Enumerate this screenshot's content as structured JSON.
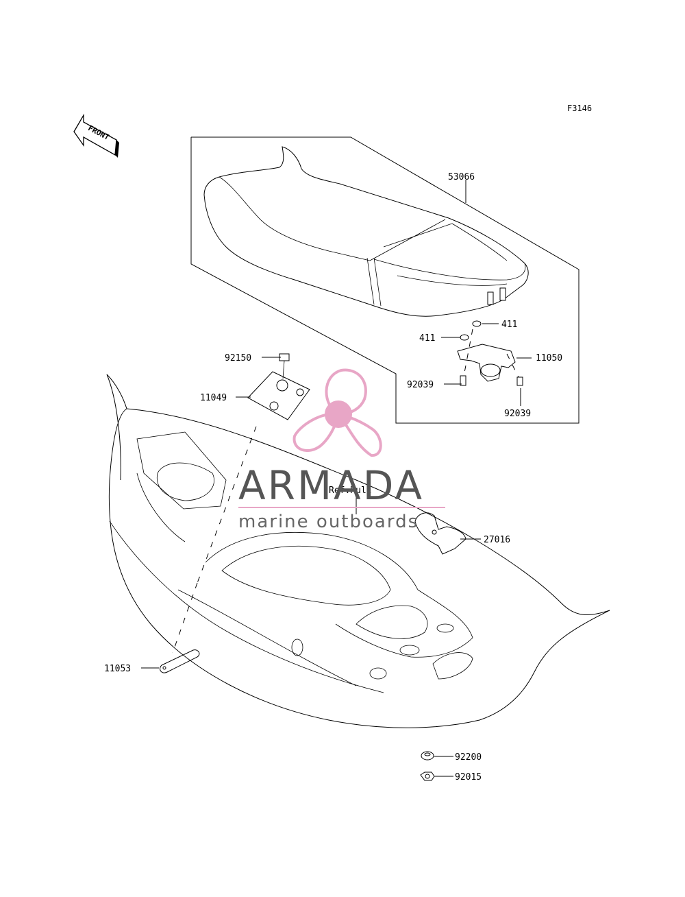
{
  "diagram_code": "F3146",
  "front_arrow": {
    "label": "FRONT",
    "icon": "front-direction-arrow-icon"
  },
  "parts": [
    {
      "id": "seat",
      "number": "53066"
    },
    {
      "id": "washer-a",
      "number": "411"
    },
    {
      "id": "washer-b",
      "number": "411"
    },
    {
      "id": "bracket-right",
      "number": "11050"
    },
    {
      "id": "bolt-a",
      "number": "92039"
    },
    {
      "id": "bolt-b",
      "number": "92039"
    },
    {
      "id": "bolt-top",
      "number": "92150"
    },
    {
      "id": "bracket-left",
      "number": "11049"
    },
    {
      "id": "hook",
      "number": "27016"
    },
    {
      "id": "plate",
      "number": "11053"
    },
    {
      "id": "washer-c",
      "number": "92200"
    },
    {
      "id": "nut",
      "number": "92015"
    }
  ],
  "reference_label": "Ref.Hull",
  "watermark": {
    "brand": "ARMADA",
    "tagline": "marine outboards",
    "logo_color": "#e8a6c6",
    "text_color": "#555555"
  }
}
